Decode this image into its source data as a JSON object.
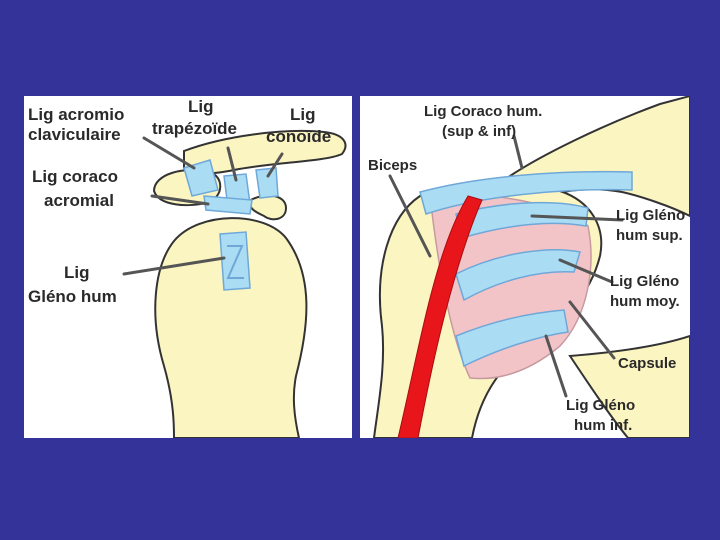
{
  "left_panel": {
    "labels": {
      "acromio_1": "Lig acromio",
      "acromio_2": "claviculaire",
      "trapezoide_1": "Lig",
      "trapezoide_2": "trapézoïde",
      "conoide_1": "Lig",
      "conoide_2": "conoïde",
      "coraco_1": "Lig coraco",
      "coraco_2": "acromial",
      "gleno_1": "Lig",
      "gleno_2": "Gléno hum"
    }
  },
  "right_panel": {
    "labels": {
      "coraco_hum_1": "Lig Coraco hum.",
      "coraco_hum_2": "(sup & inf)",
      "biceps": "Biceps",
      "gleno_sup_1": "Lig Gléno",
      "gleno_sup_2": "hum sup.",
      "gleno_moy_1": "Lig Gléno",
      "gleno_moy_2": "hum moy.",
      "capsule": "Capsule",
      "gleno_inf_1": "Lig Gléno",
      "gleno_inf_2": "hum inf."
    }
  },
  "colors": {
    "background": "#333399",
    "bone": "#fbf5c2",
    "ligament": "#aadcf4",
    "capsule": "#f2c4c8",
    "biceps": "#e8151b"
  }
}
